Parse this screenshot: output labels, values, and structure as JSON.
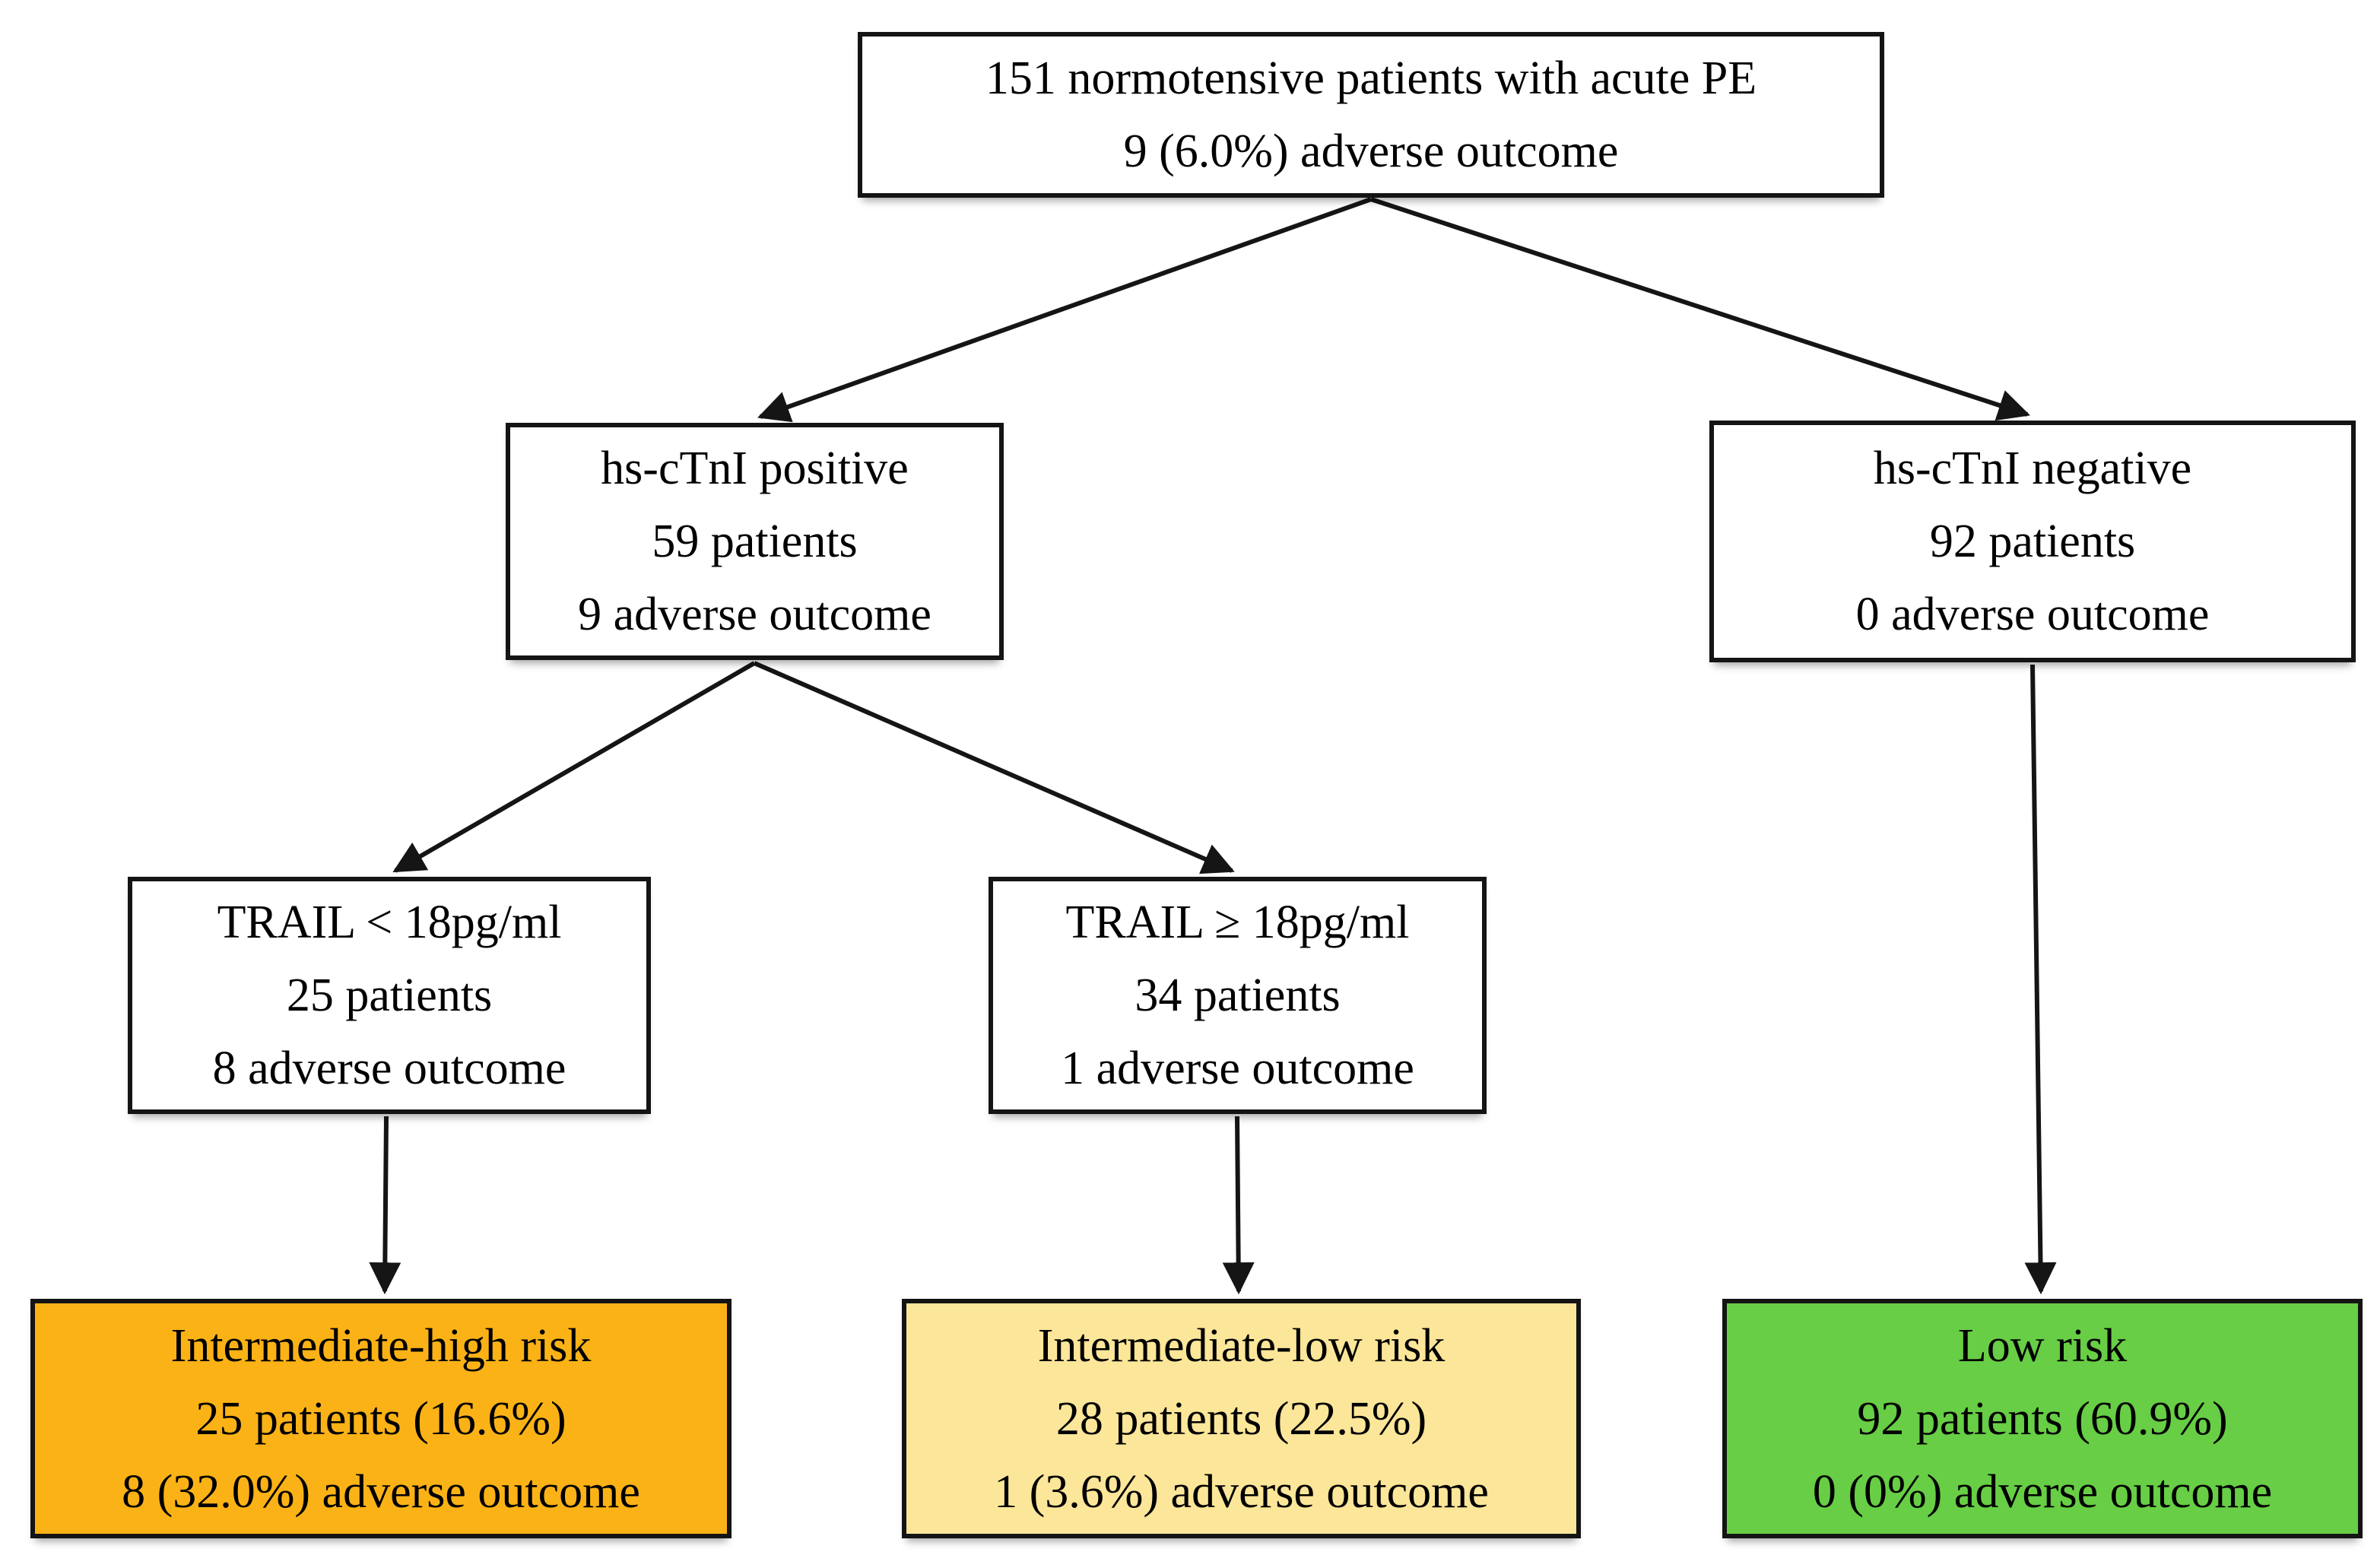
{
  "figure": {
    "type": "flowchart",
    "description": "Risk stratification flow diagram of normotensive patients with acute PE using hs-cTnI and TRAIL biomarkers"
  },
  "nodes": {
    "root": {
      "lines": [
        "151 normotensive patients with acute PE",
        "9 (6.0%) adverse outcome"
      ]
    },
    "positive": {
      "lines": [
        "hs-cTnI positive",
        "59 patients",
        "9 adverse outcome"
      ]
    },
    "negative": {
      "lines": [
        "hs-cTnI negative",
        "92 patients",
        "0 adverse outcome"
      ]
    },
    "trail_low": {
      "lines": [
        "TRAIL < 18pg/ml",
        "25 patients",
        "8 adverse outcome"
      ]
    },
    "trail_high": {
      "lines": [
        "TRAIL ≥ 18pg/ml",
        "34 patients",
        "1 adverse outcome"
      ]
    },
    "risk_intermediate_high": {
      "lines": [
        "Intermediate-high risk",
        "25 patients (16.6%)",
        "8 (32.0%) adverse outcome"
      ],
      "color": "#FBB216"
    },
    "risk_intermediate_low": {
      "lines": [
        "Intermediate-low risk",
        "28 patients (22.5%)",
        "1 (3.6%) adverse outcome"
      ],
      "color": "#FCE699"
    },
    "risk_low": {
      "lines": [
        "Low risk",
        "92 patients (60.9%)",
        "0 (0%) adverse outcome"
      ],
      "color": "#67CE45"
    }
  },
  "colors": {
    "intermediate_high_fill": "#FBB216",
    "intermediate_low_fill": "#FCE699",
    "low_fill": "#67CE45",
    "plain_node_fill": "#FFFFFF",
    "border": "#141414",
    "arrow": "#151515",
    "text": "#000000",
    "background": "#FFFFFF"
  }
}
